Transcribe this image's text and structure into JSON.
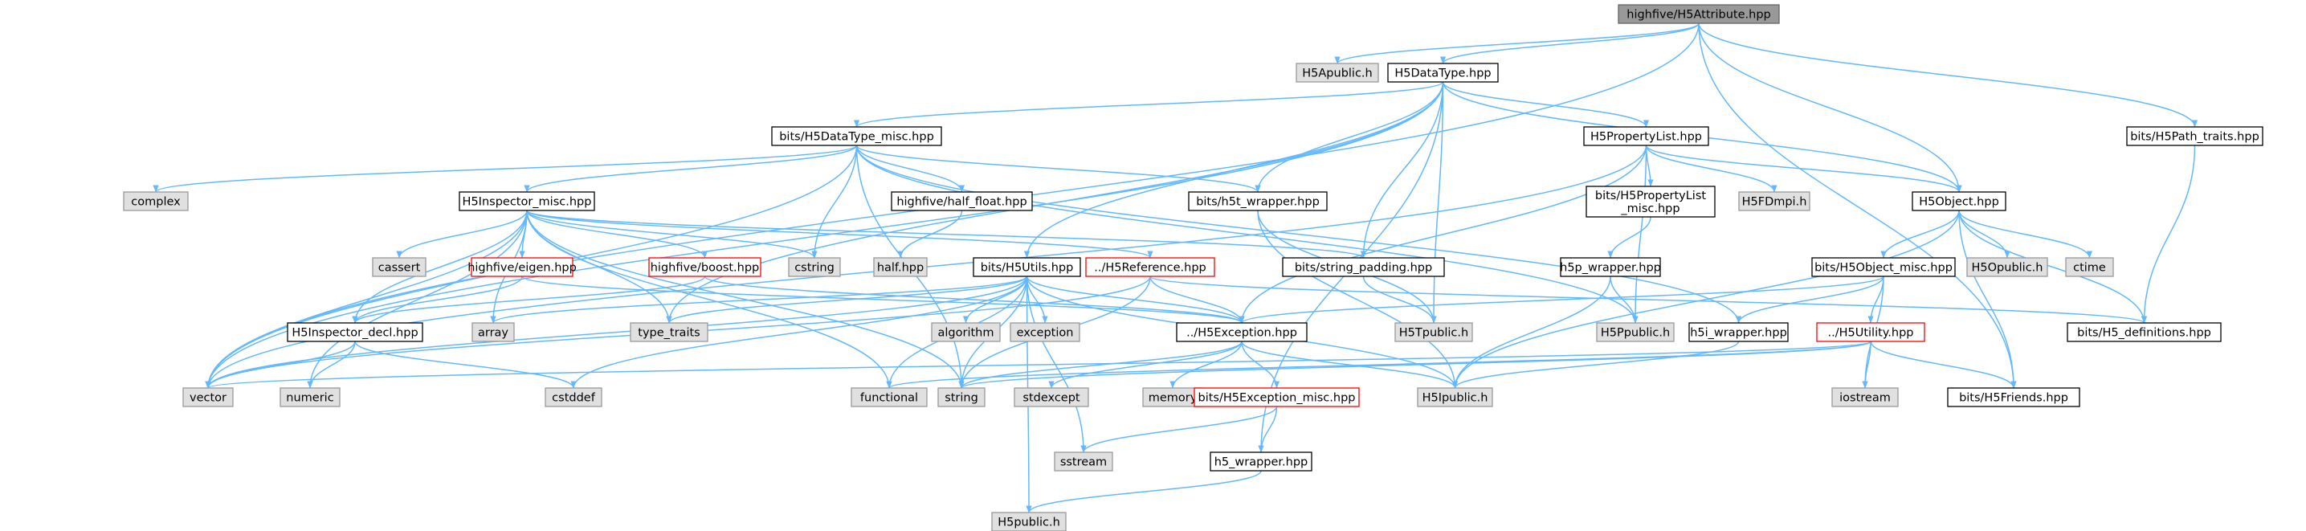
{
  "graph": {
    "root": "highfive/H5Attribute.hpp",
    "colors": {
      "root_fill": "#999999",
      "root_stroke": "#666666",
      "file_fill": "#ffffff",
      "file_stroke": "#000000",
      "system_fill": "#e0e0e0",
      "system_stroke": "#999999",
      "incomplete_stroke": "#ff0000",
      "edge": "#63b8ff"
    },
    "nodes": [
      {
        "id": "attr",
        "label": "highfive/H5Attribute.hpp",
        "kind": "root"
      },
      {
        "id": "h5apublic",
        "label": "H5Apublic.h",
        "kind": "system"
      },
      {
        "id": "h5datatype",
        "label": "H5DataType.hpp",
        "kind": "file"
      },
      {
        "id": "dtmisc",
        "label": "bits/H5DataType_misc.hpp",
        "kind": "file"
      },
      {
        "id": "proplist",
        "label": "H5PropertyList.hpp",
        "kind": "file"
      },
      {
        "id": "pathtraits",
        "label": "bits/H5Path_traits.hpp",
        "kind": "file"
      },
      {
        "id": "complex",
        "label": "complex",
        "kind": "system"
      },
      {
        "id": "inspmisc",
        "label": "H5Inspector_misc.hpp",
        "kind": "file"
      },
      {
        "id": "halffloat",
        "label": "highfive/half_float.hpp",
        "kind": "file"
      },
      {
        "id": "tstwrap",
        "label": "bits/h5t_wrapper.hpp",
        "kind": "file"
      },
      {
        "id": "plmisc",
        "label": "bits/H5PropertyList\n_misc.hpp",
        "kind": "file"
      },
      {
        "id": "h5fdmpi",
        "label": "H5FDmpi.h",
        "kind": "system"
      },
      {
        "id": "h5object",
        "label": "H5Object.hpp",
        "kind": "file"
      },
      {
        "id": "h5pwrap",
        "label": "h5p_wrapper.hpp",
        "kind": "file"
      },
      {
        "id": "cassert",
        "label": "cassert",
        "kind": "system"
      },
      {
        "id": "eigen",
        "label": "highfive/eigen.hpp",
        "kind": "incomplete"
      },
      {
        "id": "boost",
        "label": "highfive/boost.hpp",
        "kind": "incomplete"
      },
      {
        "id": "cstring",
        "label": "cstring",
        "kind": "system"
      },
      {
        "id": "halfhpp",
        "label": "half.hpp",
        "kind": "system"
      },
      {
        "id": "h5utils",
        "label": "bits/H5Utils.hpp",
        "kind": "file"
      },
      {
        "id": "h5ref",
        "label": "../H5Reference.hpp",
        "kind": "incomplete"
      },
      {
        "id": "strpad",
        "label": "bits/string_padding.hpp",
        "kind": "file"
      },
      {
        "id": "objmisc",
        "label": "bits/H5Object_misc.hpp",
        "kind": "file"
      },
      {
        "id": "h5opublic",
        "label": "H5Opublic.h",
        "kind": "system"
      },
      {
        "id": "ctime",
        "label": "ctime",
        "kind": "system"
      },
      {
        "id": "inspdecl",
        "label": "H5Inspector_decl.hpp",
        "kind": "file"
      },
      {
        "id": "array",
        "label": "array",
        "kind": "system"
      },
      {
        "id": "typetraits",
        "label": "type_traits",
        "kind": "system"
      },
      {
        "id": "algorithm",
        "label": "algorithm",
        "kind": "system"
      },
      {
        "id": "exception",
        "label": "exception",
        "kind": "system"
      },
      {
        "id": "h5exc",
        "label": "../H5Exception.hpp",
        "kind": "file"
      },
      {
        "id": "h5tpublic",
        "label": "H5Tpublic.h",
        "kind": "system"
      },
      {
        "id": "h5ppublic",
        "label": "H5Ppublic.h",
        "kind": "system"
      },
      {
        "id": "h5iwrap",
        "label": "h5i_wrapper.hpp",
        "kind": "file"
      },
      {
        "id": "h5utility",
        "label": "../H5Utility.hpp",
        "kind": "incomplete"
      },
      {
        "id": "h5defs",
        "label": "bits/H5_definitions.hpp",
        "kind": "file"
      },
      {
        "id": "vector",
        "label": "vector",
        "kind": "system"
      },
      {
        "id": "numeric",
        "label": "numeric",
        "kind": "system"
      },
      {
        "id": "cstddef",
        "label": "cstddef",
        "kind": "system"
      },
      {
        "id": "functional",
        "label": "functional",
        "kind": "system"
      },
      {
        "id": "string",
        "label": "string",
        "kind": "system"
      },
      {
        "id": "stdexcept",
        "label": "stdexcept",
        "kind": "system"
      },
      {
        "id": "memory",
        "label": "memory",
        "kind": "system"
      },
      {
        "id": "excmisc",
        "label": "bits/H5Exception_misc.hpp",
        "kind": "incomplete"
      },
      {
        "id": "h5ipublic",
        "label": "H5Ipublic.h",
        "kind": "system"
      },
      {
        "id": "iostream",
        "label": "iostream",
        "kind": "system"
      },
      {
        "id": "friends",
        "label": "bits/H5Friends.hpp",
        "kind": "file"
      },
      {
        "id": "sstream",
        "label": "sstream",
        "kind": "system"
      },
      {
        "id": "h5wrap",
        "label": "h5_wrapper.hpp",
        "kind": "file"
      },
      {
        "id": "h5public",
        "label": "H5public.h",
        "kind": "system"
      }
    ],
    "edges": [
      [
        "attr",
        "h5apublic"
      ],
      [
        "attr",
        "h5datatype"
      ],
      [
        "attr",
        "h5object"
      ],
      [
        "attr",
        "pathtraits"
      ],
      [
        "attr",
        "vector"
      ],
      [
        "attr",
        "friends"
      ],
      [
        "h5datatype",
        "dtmisc"
      ],
      [
        "h5datatype",
        "proplist"
      ],
      [
        "h5datatype",
        "h5object"
      ],
      [
        "h5datatype",
        "vector"
      ],
      [
        "h5datatype",
        "tstwrap"
      ],
      [
        "h5datatype",
        "strpad"
      ],
      [
        "h5datatype",
        "h5utils"
      ],
      [
        "h5datatype",
        "h5tpublic"
      ],
      [
        "h5datatype",
        "h5wrap"
      ],
      [
        "h5datatype",
        "typetraits"
      ],
      [
        "dtmisc",
        "complex"
      ],
      [
        "dtmisc",
        "inspmisc"
      ],
      [
        "dtmisc",
        "halffloat"
      ],
      [
        "dtmisc",
        "tstwrap"
      ],
      [
        "dtmisc",
        "cstring"
      ],
      [
        "dtmisc",
        "h5iwrap"
      ],
      [
        "dtmisc",
        "h5ppublic"
      ],
      [
        "dtmisc",
        "string"
      ],
      [
        "dtmisc",
        "vector"
      ],
      [
        "proplist",
        "plmisc"
      ],
      [
        "proplist",
        "h5fdmpi"
      ],
      [
        "proplist",
        "h5object"
      ],
      [
        "proplist",
        "h5ppublic"
      ],
      [
        "proplist",
        "h5exc"
      ],
      [
        "proplist",
        "vector"
      ],
      [
        "pathtraits",
        "h5defs"
      ],
      [
        "inspmisc",
        "cassert"
      ],
      [
        "inspmisc",
        "eigen"
      ],
      [
        "inspmisc",
        "boost"
      ],
      [
        "inspmisc",
        "cstring"
      ],
      [
        "inspmisc",
        "h5ref"
      ],
      [
        "inspmisc",
        "strpad"
      ],
      [
        "inspmisc",
        "inspdecl"
      ],
      [
        "inspmisc",
        "array"
      ],
      [
        "inspmisc",
        "typetraits"
      ],
      [
        "inspmisc",
        "vector"
      ],
      [
        "inspmisc",
        "numeric"
      ],
      [
        "inspmisc",
        "string"
      ],
      [
        "inspmisc",
        "functional"
      ],
      [
        "halffloat",
        "halfhpp"
      ],
      [
        "tstwrap",
        "h5tpublic"
      ],
      [
        "tstwrap",
        "h5ipublic"
      ],
      [
        "plmisc",
        "h5pwrap"
      ],
      [
        "h5object",
        "objmisc"
      ],
      [
        "h5object",
        "h5opublic"
      ],
      [
        "h5object",
        "ctime"
      ],
      [
        "h5object",
        "h5defs"
      ],
      [
        "h5object",
        "friends"
      ],
      [
        "h5object",
        "h5ipublic"
      ],
      [
        "h5pwrap",
        "h5ppublic"
      ],
      [
        "h5pwrap",
        "h5ipublic"
      ],
      [
        "eigen",
        "inspdecl"
      ],
      [
        "eigen",
        "h5exc"
      ],
      [
        "boost",
        "inspdecl"
      ],
      [
        "boost",
        "h5exc"
      ],
      [
        "h5utils",
        "algorithm"
      ],
      [
        "h5utils",
        "array"
      ],
      [
        "h5utils",
        "exception"
      ],
      [
        "h5utils",
        "h5exc"
      ],
      [
        "h5utils",
        "typetraits"
      ],
      [
        "h5utils",
        "vector"
      ],
      [
        "h5utils",
        "string"
      ],
      [
        "h5utils",
        "cstddef"
      ],
      [
        "h5utils",
        "sstream"
      ],
      [
        "h5utils",
        "h5public"
      ],
      [
        "h5utils",
        "h5ipublic"
      ],
      [
        "h5utils",
        "functional"
      ],
      [
        "h5ref",
        "h5exc"
      ],
      [
        "h5ref",
        "h5defs"
      ],
      [
        "h5ref",
        "string"
      ],
      [
        "h5ref",
        "vector"
      ],
      [
        "strpad",
        "h5tpublic"
      ],
      [
        "objmisc",
        "h5exc"
      ],
      [
        "objmisc",
        "h5utility"
      ],
      [
        "objmisc",
        "h5iwrap"
      ],
      [
        "objmisc",
        "iostream"
      ],
      [
        "inspdecl",
        "vector"
      ],
      [
        "inspdecl",
        "numeric"
      ],
      [
        "inspdecl",
        "cstddef"
      ],
      [
        "h5exc",
        "memory"
      ],
      [
        "h5exc",
        "stdexcept"
      ],
      [
        "h5exc",
        "string"
      ],
      [
        "h5exc",
        "excmisc"
      ],
      [
        "h5exc",
        "h5ipublic"
      ],
      [
        "h5iwrap",
        "h5ipublic"
      ],
      [
        "h5utility",
        "functional"
      ],
      [
        "h5utility",
        "string"
      ],
      [
        "h5utility",
        "vector"
      ],
      [
        "h5utility",
        "iostream"
      ],
      [
        "h5utility",
        "friends"
      ],
      [
        "excmisc",
        "h5wrap"
      ],
      [
        "excmisc",
        "sstream"
      ],
      [
        "h5wrap",
        "h5public"
      ]
    ]
  }
}
